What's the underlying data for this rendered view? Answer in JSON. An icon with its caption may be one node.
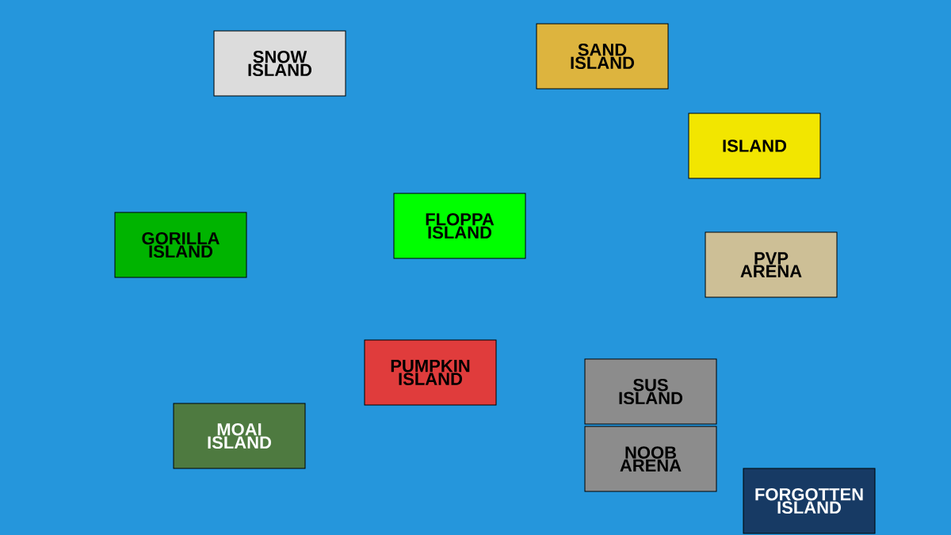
{
  "diagram": {
    "nodes": [
      {
        "text": [
          "SNOW ISLAND"
        ]
      },
      {
        "text": [
          "SAND ISLAND"
        ]
      },
      {
        "text": [
          "ISLAND"
        ]
      },
      {
        "text": [
          "FLOPPA ISLAND"
        ]
      },
      {
        "text": [
          "GORILLA ISLAND"
        ]
      },
      {
        "text": [
          "PVP ARENA"
        ]
      },
      {
        "text": [
          "PUMPKIN ISLAND"
        ]
      },
      {
        "text": [
          "SUS ISLAND"
        ]
      },
      {
        "text": [
          "NOOB ARENA"
        ]
      },
      {
        "text": [
          "MOAI ISLAND"
        ]
      },
      {
        "text": [
          "FORGOTTEN ISLAND"
        ]
      }
    ]
  }
}
